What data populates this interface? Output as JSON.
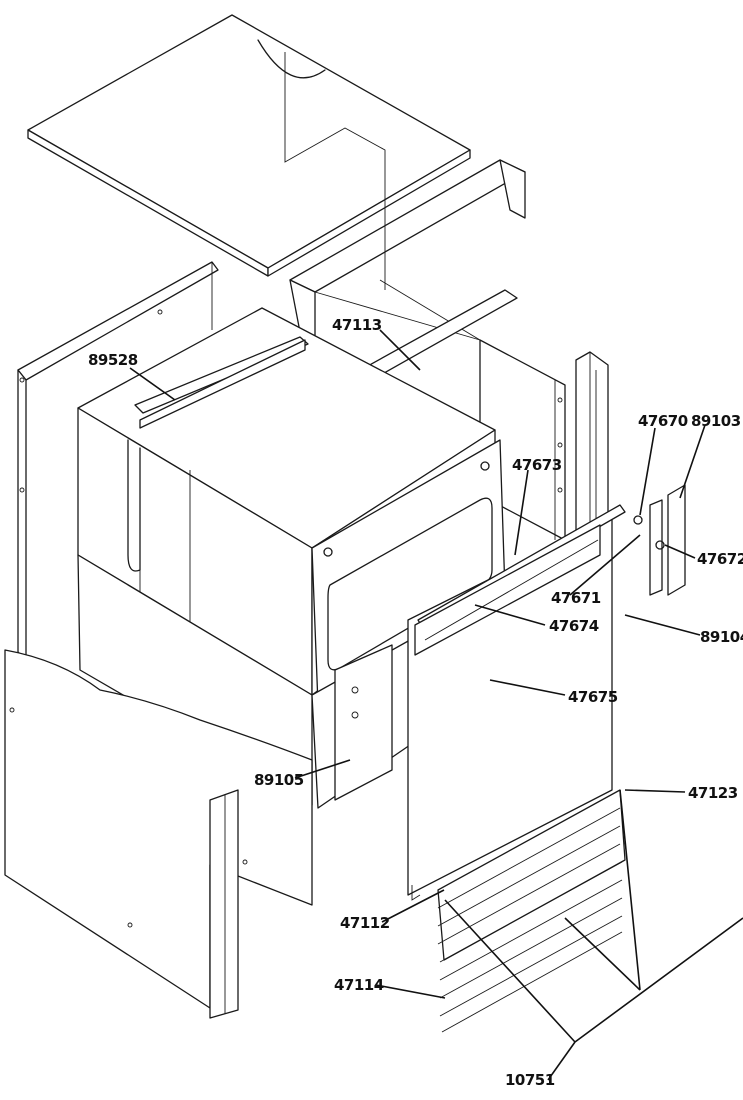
{
  "diagram": {
    "parts": [
      {
        "id": "p89528",
        "number": "89528"
      },
      {
        "id": "p47113",
        "number": "47113"
      },
      {
        "id": "p47670",
        "number": "47670"
      },
      {
        "id": "p89103",
        "number": "89103"
      },
      {
        "id": "p47673",
        "number": "47673"
      },
      {
        "id": "p47672",
        "number": "47672"
      },
      {
        "id": "p47671",
        "number": "47671"
      },
      {
        "id": "p47674",
        "number": "47674"
      },
      {
        "id": "p89104",
        "number": "89104"
      },
      {
        "id": "p47675",
        "number": "47675"
      },
      {
        "id": "p89105",
        "number": "89105"
      },
      {
        "id": "p47123",
        "number": "47123"
      },
      {
        "id": "p47112",
        "number": "47112"
      },
      {
        "id": "p47114",
        "number": "47114"
      },
      {
        "id": "p10751",
        "number": "10751"
      }
    ]
  }
}
